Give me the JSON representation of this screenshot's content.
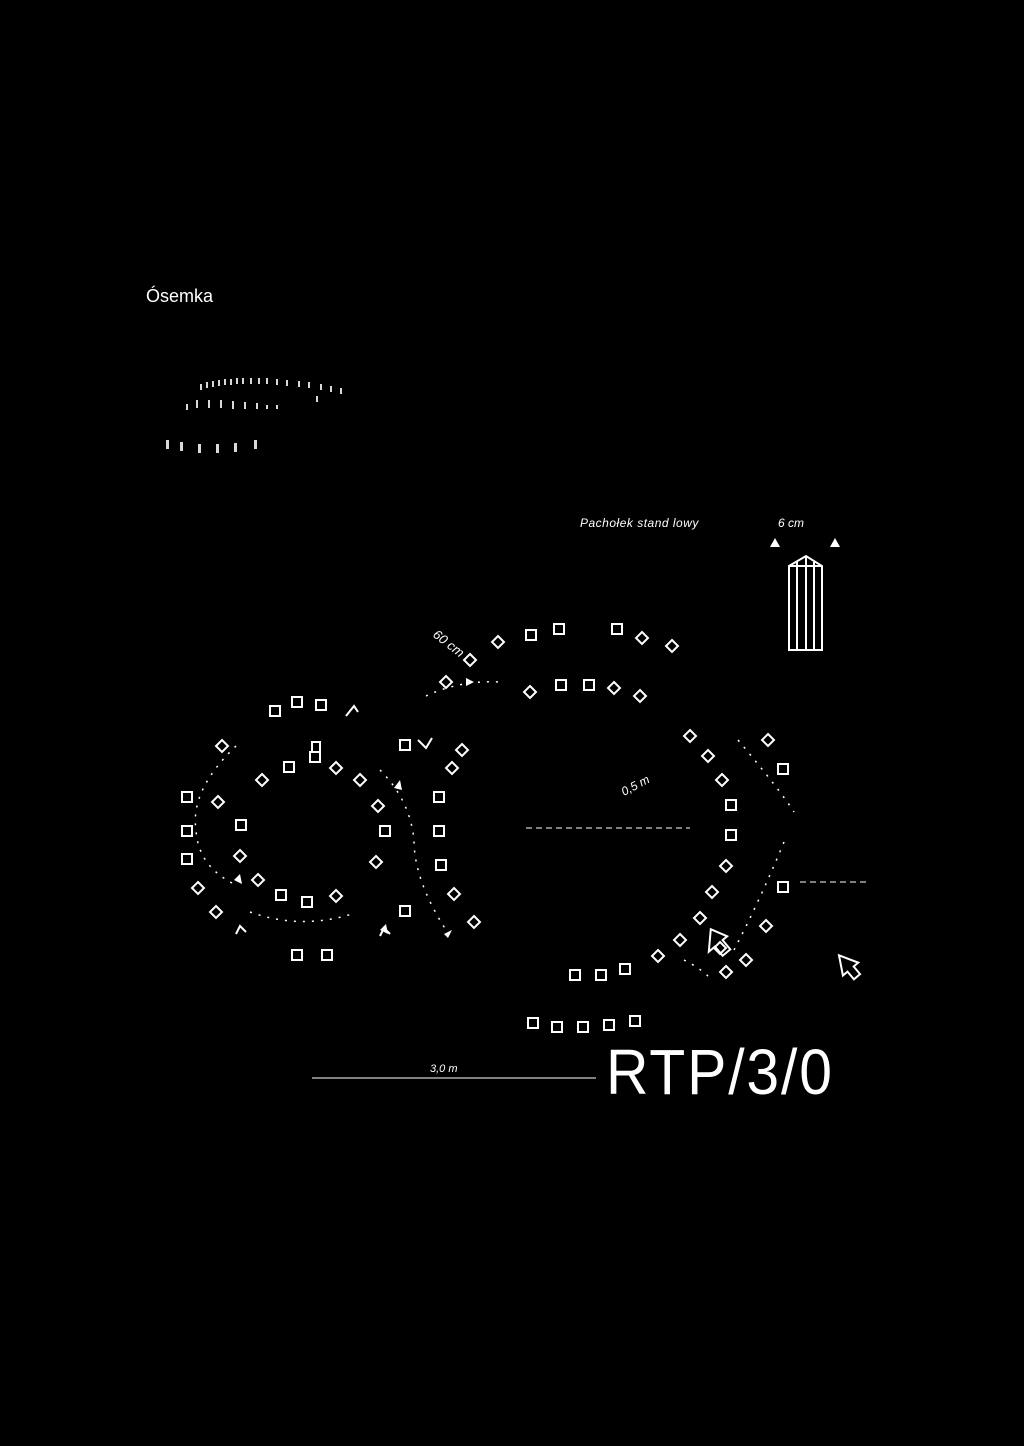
{
  "page": {
    "title": "Ósemka",
    "cone_label": "Pachołek stand lowy",
    "cone_width": "6 cm",
    "spacing_label": "60 cm",
    "radius_label": "0,5 m",
    "bottom_label": "3,0 m",
    "code": "RTP/3/0"
  },
  "colors": {
    "background": "#000000",
    "foreground": "#ffffff"
  },
  "icons": {
    "start_arrow": "arrow-up-outline-icon",
    "cone_side_view": "cone-profile-icon"
  }
}
